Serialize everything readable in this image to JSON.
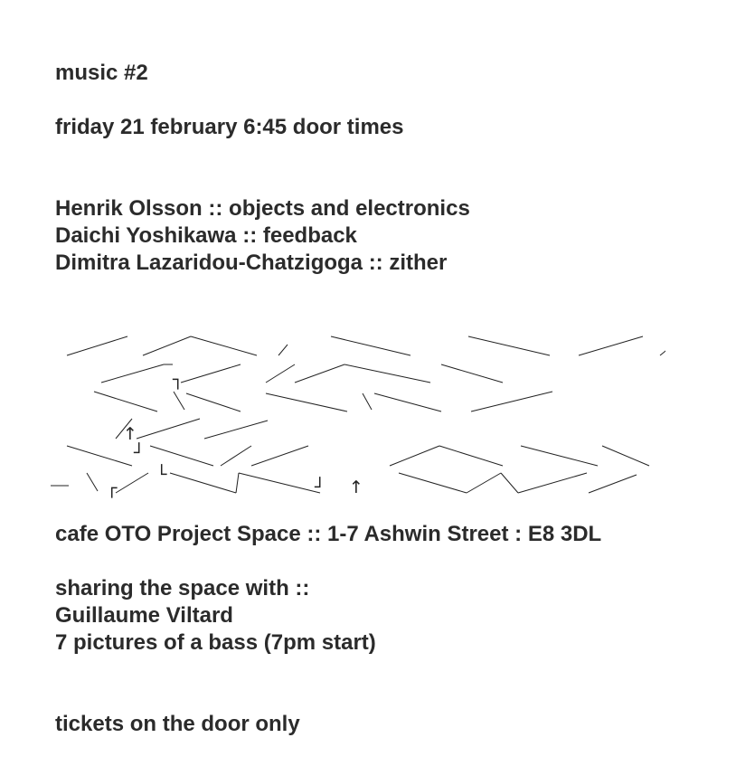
{
  "event": {
    "title": "music #2",
    "date": "friday 21 february 6:45 door times"
  },
  "performers": [
    "Henrik Olsson :: objects and electronics",
    "Daichi Yoshikawa :: feedback",
    "Dimitra Lazaridou-Chatzigoga :: zither"
  ],
  "art_glyphs": [
    "↑",
    "↑",
    "┌",
    "┐",
    "└",
    "┘",
    "┘"
  ],
  "venue": "cafe OTO Project Space :: 1-7 Ashwin Street : E8 3DL",
  "sharing": {
    "intro": "sharing the space with ::",
    "artist": "Guillaume Viltard",
    "work": "7 pictures of a bass (7pm start)"
  },
  "tickets": "tickets on the door only",
  "colors": {
    "text": "#2b2b2b",
    "background": "#ffffff"
  }
}
